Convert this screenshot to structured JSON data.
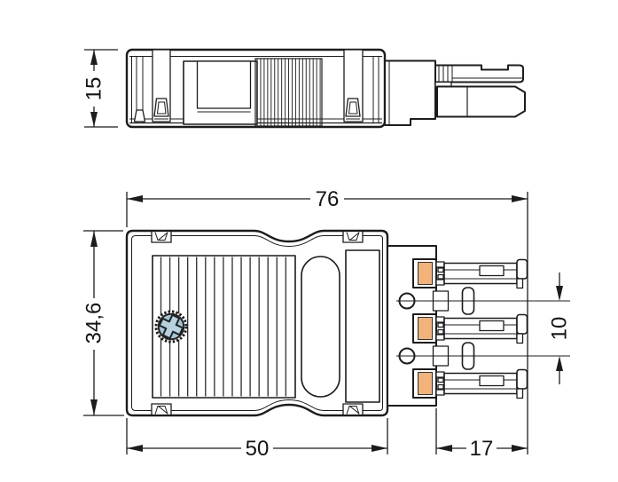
{
  "drawing": {
    "type": "technical-dimension-drawing",
    "dimensions": {
      "side_height": "15",
      "total_length": "76",
      "body_width": "34,6",
      "contact_pitch": "10",
      "housing_length": "50",
      "contact_length": "17"
    },
    "colors": {
      "line": "#1c1c1c",
      "screw_fill": "#a3c6d8",
      "screw_cross_fill": "#b7d1df",
      "contact_fill": "#f2b278",
      "background": "#ffffff"
    }
  }
}
